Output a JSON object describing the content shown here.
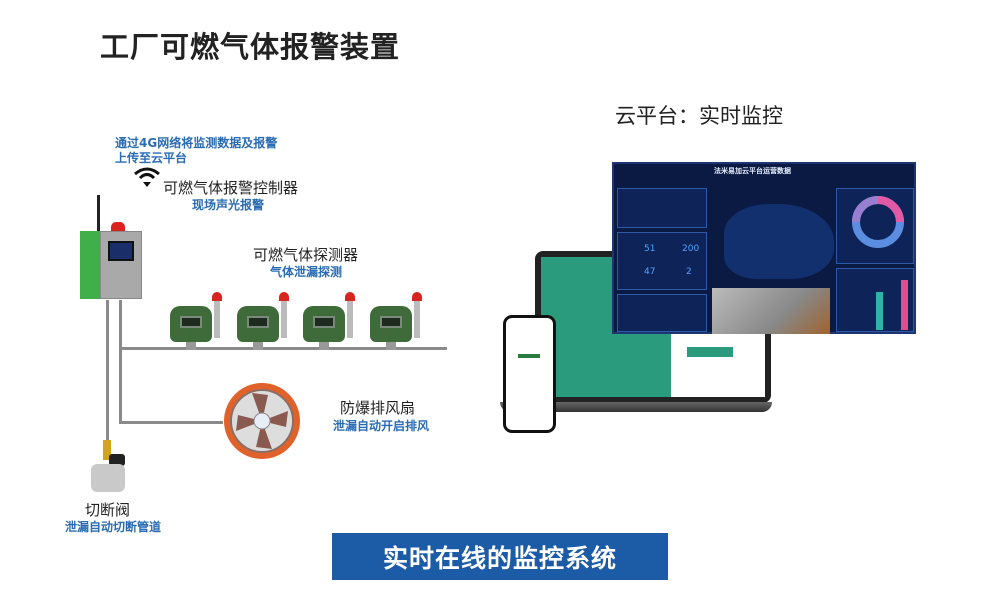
{
  "title": "工厂可燃气体报警装置",
  "cloud_heading": "云平台：实时监控",
  "upload_note": [
    "通过4G网络将监测数据及报警",
    "上传至云平台"
  ],
  "controller": {
    "label": "可燃气体报警控制器",
    "sub": "现场声光报警"
  },
  "detector": {
    "label": "可燃气体探测器",
    "sub": "气体泄漏探测"
  },
  "fan": {
    "label": "防爆排风扇",
    "sub": "泄漏自动开启排风"
  },
  "valve": {
    "label": "切断阀",
    "sub": "泄漏自动切断管道"
  },
  "banner": "实时在线的监控系统",
  "dashboard": {
    "title": "法米易加云平台运营数据",
    "stats": [
      "51",
      "200",
      "47",
      "2"
    ]
  },
  "icons": [
    "wifi-icon"
  ],
  "colors": {
    "accent_blue": "#2a6cb4",
    "banner": "#1c5ba6",
    "device_green": "#3faf4a",
    "fan_orange": "#e0622a"
  }
}
